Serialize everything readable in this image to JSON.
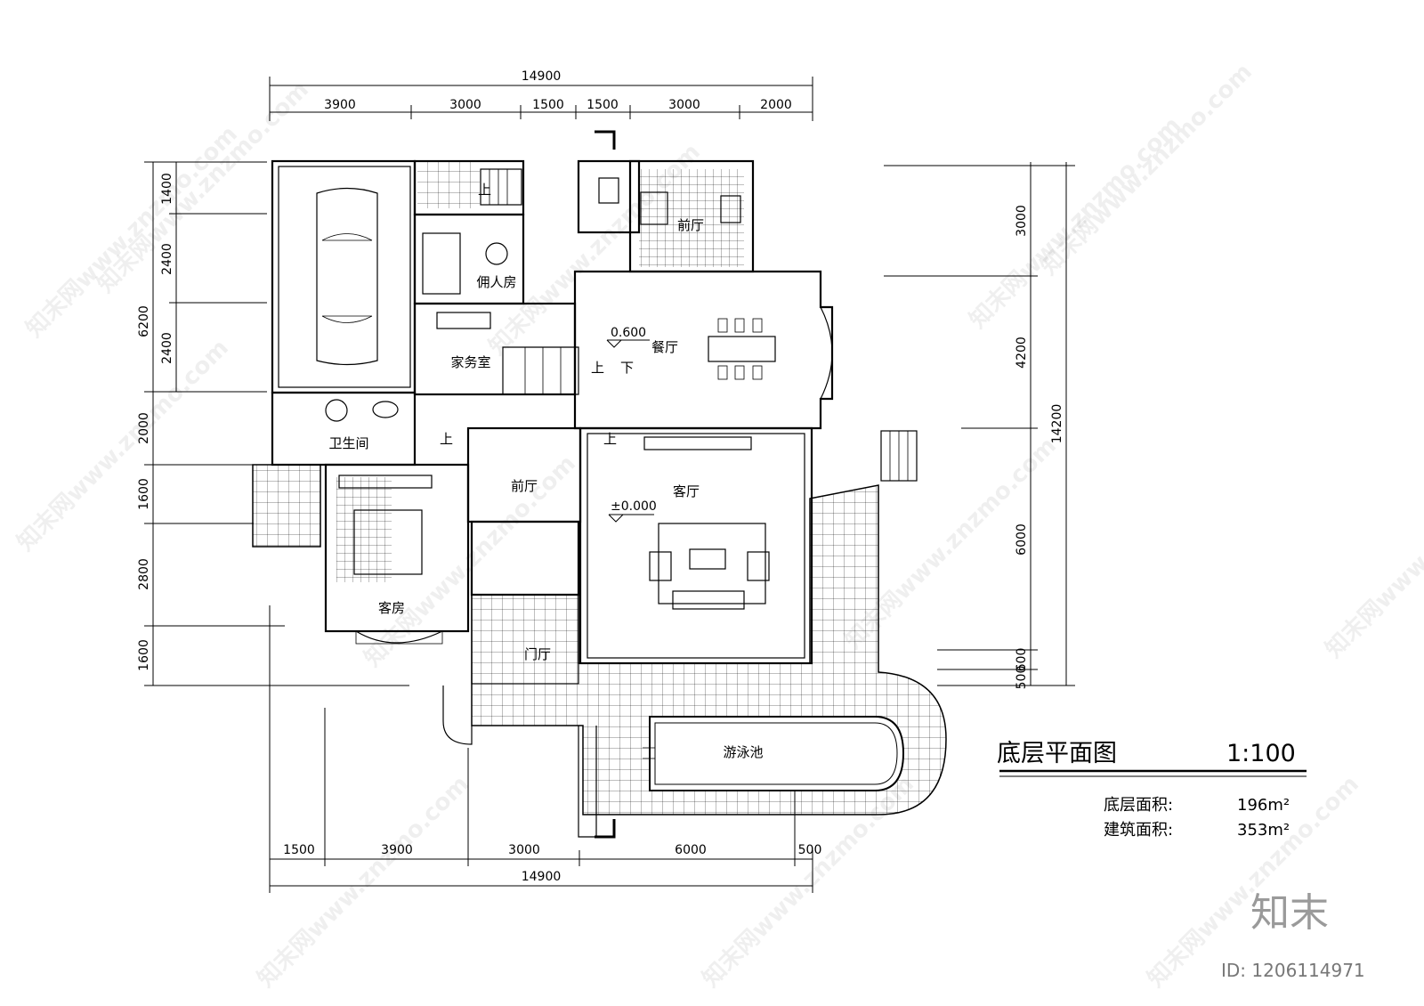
{
  "drawing": {
    "title": "底层平面图",
    "scale": "1:100",
    "area_label": "底层面积:",
    "area_value": "196m²",
    "build_label": "建筑面积:",
    "build_value": "353m²"
  },
  "dimensions": {
    "top_total": "14900",
    "top": [
      "3900",
      "3000",
      "1500",
      "1500",
      "3000",
      "2000"
    ],
    "bottom": [
      "1500",
      "3900",
      "3000",
      "6000",
      "500"
    ],
    "bottom_total": "14900",
    "left": [
      "1400",
      "2400",
      "2400",
      "6200",
      "2000",
      "1600",
      "2800",
      "1600"
    ],
    "right": [
      "3000",
      "4200",
      "14200",
      "6000",
      "500",
      "600"
    ]
  },
  "rooms": {
    "foyer_top": "前厅",
    "servant": "佣人房",
    "housework": "家务室",
    "dining": "餐厅",
    "bath": "卫生间",
    "foyer": "前厅",
    "living": "客厅",
    "guest": "客房",
    "entrance": "门厅",
    "pool": "游泳池"
  },
  "levels": {
    "dining": "0.600",
    "living": "±0.000"
  },
  "stairs": {
    "up": "上",
    "down": "下"
  },
  "watermark": {
    "text": "知末网www.znzmo.com",
    "logo": "知末",
    "id": "ID: 1206114971"
  },
  "colors": {
    "line": "#000000",
    "watermark": "#9a9a9a"
  }
}
